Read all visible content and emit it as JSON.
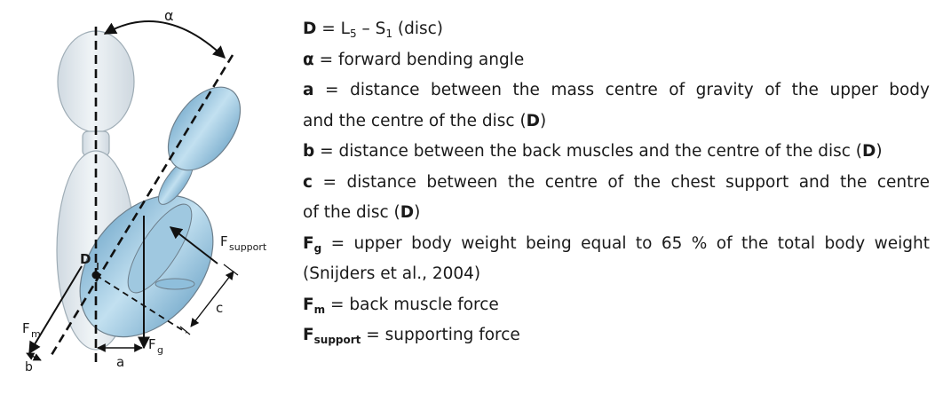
{
  "figure": {
    "labels": {
      "alpha": "α",
      "disc": "D",
      "f_support": "F",
      "f_support_sub": "support",
      "f_m": "F",
      "f_m_sub": "m",
      "f_g": "F",
      "f_g_sub": "g",
      "a": "a",
      "b": "b",
      "c": "c"
    },
    "colors": {
      "upright_body": "#dfe7ee",
      "bent_body": "#a8cfe6",
      "outline": "#6d7f8c",
      "line": "#111111"
    }
  },
  "legend": [
    {
      "sym": "D",
      "sub": "",
      "sep": " = ",
      "text": "L",
      "extra": [
        {
          "sub": "5"
        },
        {
          "t": " – S"
        },
        {
          "sub": "1"
        },
        {
          "t": " (disc)"
        }
      ]
    },
    {
      "sym": "α",
      "sub": "",
      "sep": " = ",
      "text": "forward bending angle"
    },
    {
      "sym": "a",
      "sub": "",
      "sep": " = ",
      "text": "distance between the mass centre of gravity of the upper body",
      "just": true
    },
    {
      "sym": "",
      "sub": "",
      "sep": "",
      "text": "and the centre of the disc (",
      "extra": [
        {
          "b": "D"
        },
        {
          "t": ")"
        }
      ]
    },
    {
      "sym": "b",
      "sub": "",
      "sep": " = ",
      "text": "distance between the back muscles and the centre of the disc (",
      "extra": [
        {
          "b": "D"
        },
        {
          "t": ")"
        }
      ]
    },
    {
      "sym": "c",
      "sub": "",
      "sep": " = ",
      "text": "distance between the centre of the chest support and the centre",
      "just": true
    },
    {
      "sym": "",
      "sub": "",
      "sep": "",
      "text": "of the disc (",
      "extra": [
        {
          "b": "D"
        },
        {
          "t": ")"
        }
      ]
    },
    {
      "sym": "F",
      "sub": "g",
      "sep": " = ",
      "text": "upper body weight being equal to 65 % of the total body weight",
      "just": true
    },
    {
      "sym": "",
      "sub": "",
      "sep": "",
      "text": "(Snijders et al., 2004)"
    },
    {
      "sym": "F",
      "sub": "m",
      "sep": " = ",
      "text": "back muscle force"
    },
    {
      "sym": "F",
      "sub": "support",
      "sep": " = ",
      "text": "supporting force"
    }
  ]
}
